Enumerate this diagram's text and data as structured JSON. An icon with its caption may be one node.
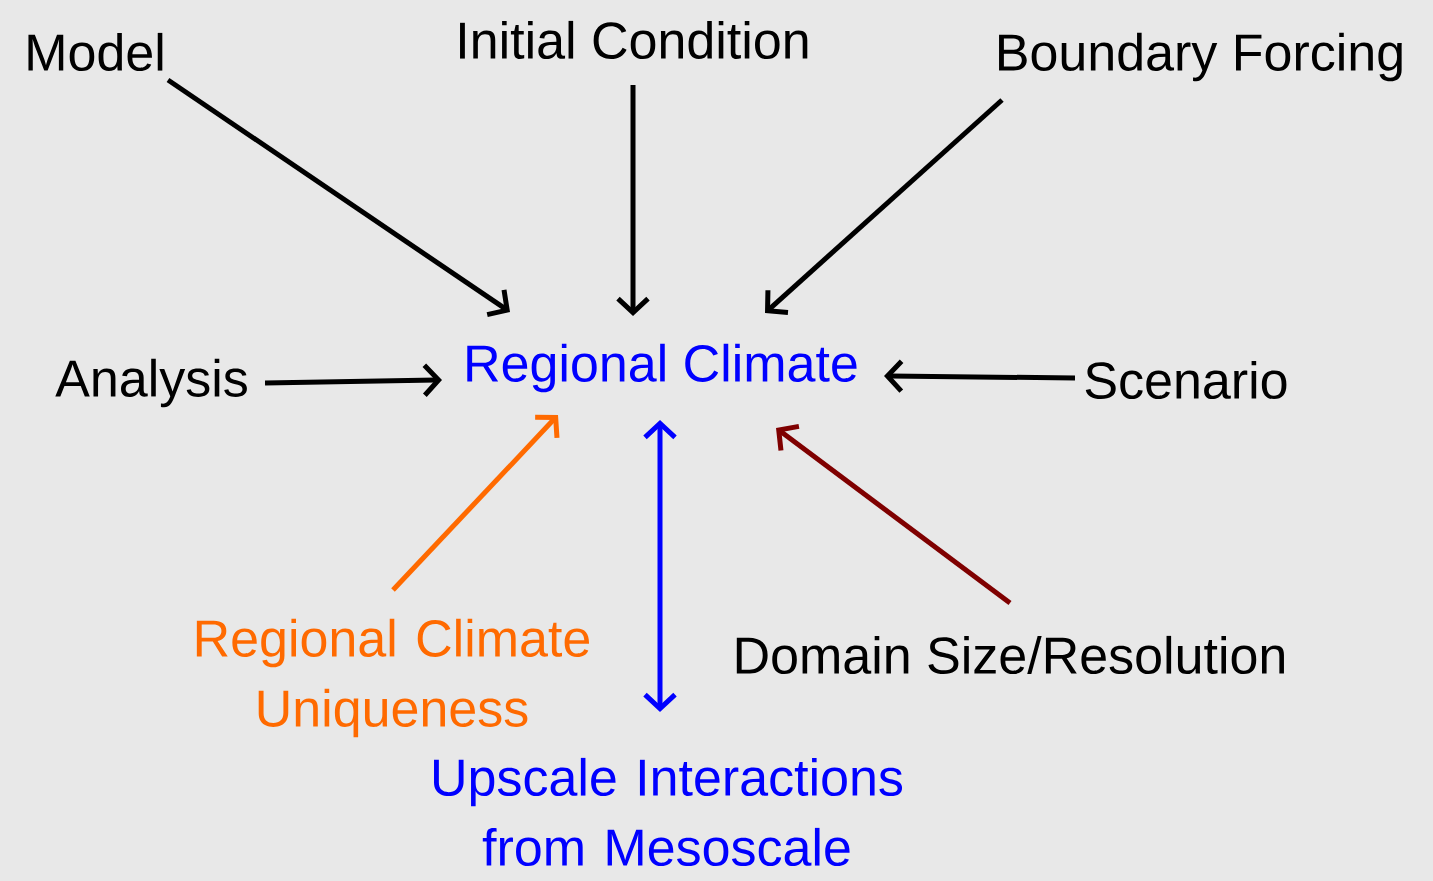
{
  "diagram": {
    "nodes": [
      {
        "text": [
          "Model"
        ]
      },
      {
        "text": [
          "Initial Condition"
        ]
      },
      {
        "text": [
          "Boundary Forcing"
        ]
      },
      {
        "text": [
          "Analysis"
        ]
      },
      {
        "text": [
          "Regional Climate"
        ]
      },
      {
        "text": [
          "Scenario"
        ]
      },
      {
        "text": [
          "Regional Climate Uniqueness"
        ]
      },
      {
        "text": [
          "Upscale Interactions from Mesoscale"
        ]
      },
      {
        "text": [
          "Domain Size/Resolution"
        ]
      }
    ],
    "edges": [
      {
        "from": 0,
        "to": 4,
        "arrow": "to"
      },
      {
        "from": 1,
        "to": 4,
        "arrow": "to"
      },
      {
        "from": 2,
        "to": 4,
        "arrow": "to"
      },
      {
        "from": 3,
        "to": 4,
        "arrow": "to"
      },
      {
        "from": 5,
        "to": 4,
        "arrow": "to"
      },
      {
        "from": 6,
        "to": 4,
        "arrow": "to",
        "color": "#ff6a00"
      },
      {
        "from": 7,
        "to": 4,
        "arrow": "both",
        "color": "#0000ff"
      },
      {
        "from": 8,
        "to": 4,
        "arrow": "to",
        "color": "#7f0000"
      }
    ]
  }
}
